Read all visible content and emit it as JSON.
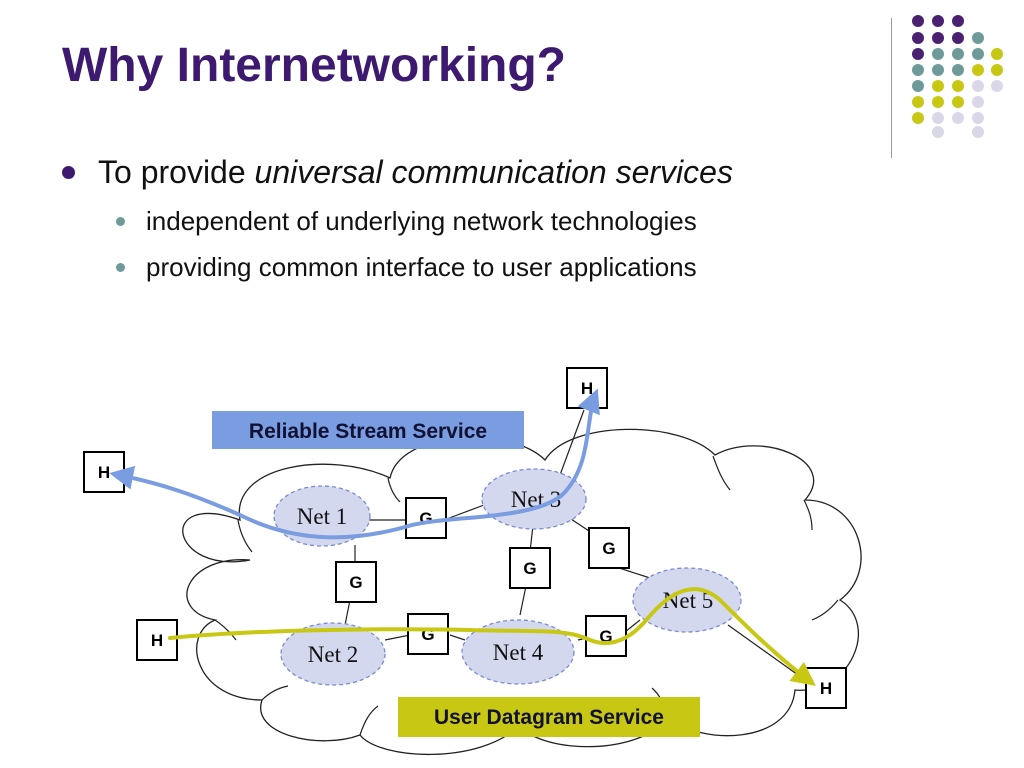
{
  "slide": {
    "title": "Why Internetworking?",
    "bullet": {
      "lead": "To provide ",
      "emphasis": "universal communication services"
    },
    "sub_bullets": [
      "independent of underlying network technologies",
      "providing common interface to user applications"
    ]
  },
  "diagram": {
    "host_label": "H",
    "gateway_label": "G",
    "networks": [
      "Net 1",
      "Net 2",
      "Net 3",
      "Net 4",
      "Net 5"
    ],
    "reliable_service": "Reliable Stream Service",
    "datagram_service": "User Datagram Service"
  },
  "colors": {
    "title": "#3d1a70",
    "reliable_path": "#7a9ce0",
    "datagram_path": "#c8c814",
    "net_cloud_fill": "#d4d8ee",
    "net_cloud_border": "#7a8cd0"
  }
}
